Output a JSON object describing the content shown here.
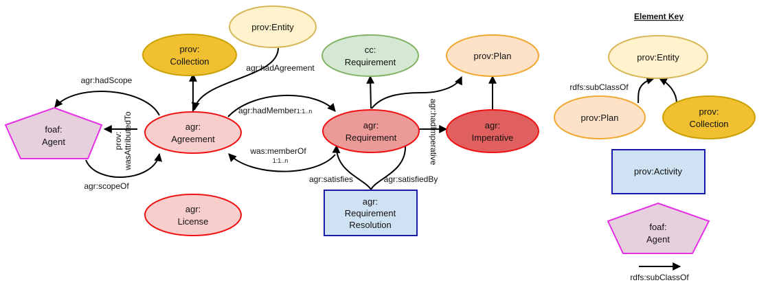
{
  "key": {
    "title": "Element Key",
    "entity": [
      "prov:Entity"
    ],
    "plan": [
      "prov:Plan"
    ],
    "collection": [
      "prov:",
      "Collection"
    ],
    "activity": [
      "prov:Activity"
    ],
    "agent": [
      "foaf:",
      "Agent"
    ],
    "subclass_label": "rdfs:subClassOf",
    "legend_arrow_label": "rdfs:subClassOf"
  },
  "nodes": {
    "prov_entity": [
      "prov:Entity"
    ],
    "prov_collection": [
      "prov:",
      "Collection"
    ],
    "cc_requirement": [
      "cc:",
      "Requirement"
    ],
    "prov_plan": [
      "prov:Plan"
    ],
    "foaf_agent": [
      "foaf:",
      "Agent"
    ],
    "agr_agreement": [
      "agr:",
      "Agreement"
    ],
    "agr_requirement": [
      "agr:",
      "Requirement"
    ],
    "agr_imperative": [
      "agr:",
      "Imperative"
    ],
    "agr_license": [
      "agr:",
      "License"
    ],
    "agr_requirement_resolution": [
      "agr:",
      "Requirement",
      "Resolution"
    ]
  },
  "edges": {
    "had_scope": "agr:hadScope",
    "scope_of": "agr:scopeOf",
    "was_attributed_to": [
      "prov:",
      "wasAttributedTo"
    ],
    "had_agreement": "agr:hadAgreement",
    "had_member": {
      "label": "agr:hadMember",
      "cardinality": "1:1..n"
    },
    "was_member_of": {
      "label": "was:memberOf",
      "cardinality": "1:1..n"
    },
    "had_imperative": "agr:hadImperative",
    "satisfies": "agr:satisfies",
    "satisfied_by": "agr:satisfiedBy"
  },
  "colors": {
    "entity_fill": "#fff2cc",
    "entity_stroke": "#d6b656",
    "collection_fill": "#f0c030",
    "collection_stroke": "#c9a000",
    "cc_fill": "#d5e8d4",
    "cc_stroke": "#82b366",
    "plan_fill": "#fde2c8",
    "plan_stroke": "#f0a830",
    "agreement_fill": "#f8cecc",
    "agreement_stroke": "#ee1111",
    "requirement_fill": "#ec9a98",
    "imperative_fill": "#e05f5f",
    "activity_fill": "#cfe2f3",
    "activity_stroke": "#1a1aaa",
    "agent_fill": "#e6d0de",
    "agent_stroke": "#e62ee6"
  }
}
